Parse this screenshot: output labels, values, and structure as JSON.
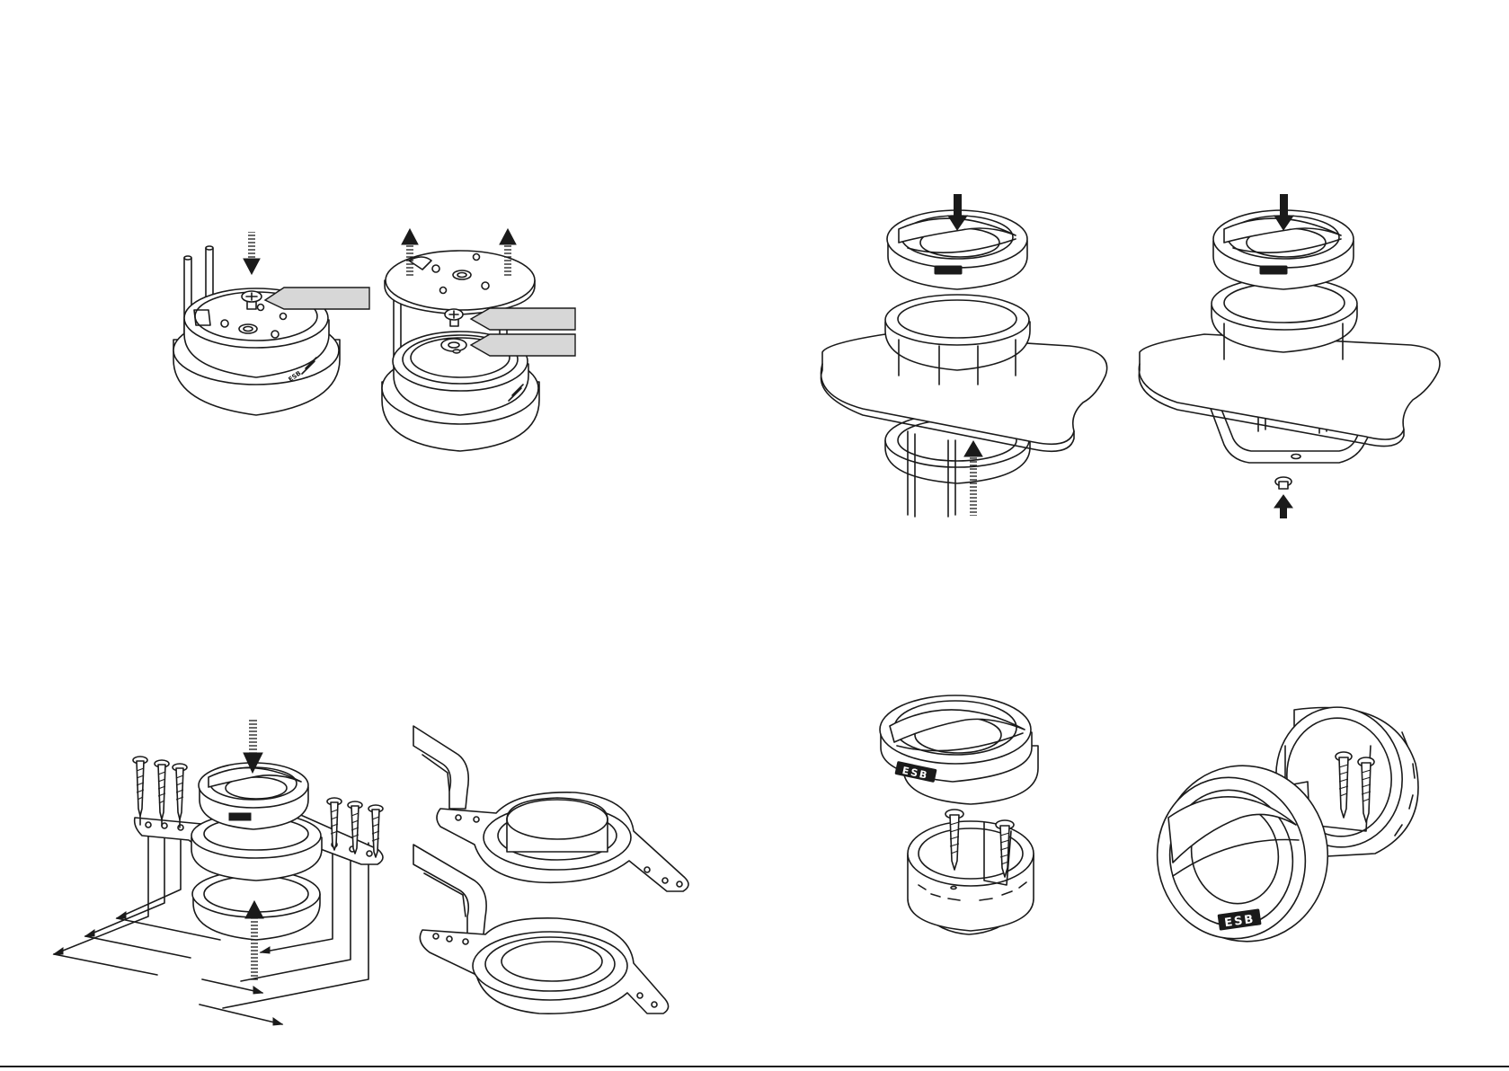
{
  "brand": {
    "logo_text": "ESB"
  },
  "figures": [
    {
      "id": "fig-remove-grille"
    },
    {
      "id": "fig-lift-grille"
    },
    {
      "id": "fig-insert-top-1"
    },
    {
      "id": "fig-insert-top-2"
    },
    {
      "id": "fig-bracket-mount"
    },
    {
      "id": "fig-bracket-detail"
    },
    {
      "id": "fig-housing-screw"
    },
    {
      "id": "fig-housing-assembled"
    }
  ],
  "callouts": [
    {
      "id": "callout-a",
      "text": ""
    },
    {
      "id": "callout-b",
      "text": ""
    },
    {
      "id": "callout-c",
      "text": ""
    }
  ],
  "colors": {
    "line": "#1a1a1a",
    "callout_fill": "#d7d7d7",
    "background": "#ffffff"
  }
}
